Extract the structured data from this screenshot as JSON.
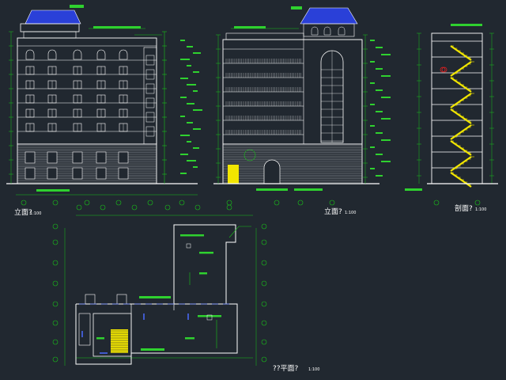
{
  "drawing": {
    "views": [
      {
        "id": "elevation-left",
        "title": "立面?",
        "scale": "1:100"
      },
      {
        "id": "elevation-right",
        "title": "立面?",
        "scale": "1:100"
      },
      {
        "id": "section",
        "title": "剖面?",
        "scale": "1:100"
      },
      {
        "id": "plan",
        "title": "??平面?",
        "scale": "1:100"
      }
    ],
    "colors": {
      "background": "#212830",
      "lines": "#ffffff",
      "dimensions": "#19c219",
      "annotations": "#2fd12f",
      "roof": "#2a40d8",
      "stair_highlight": "#f2e600",
      "marker": "#e02020"
    }
  }
}
